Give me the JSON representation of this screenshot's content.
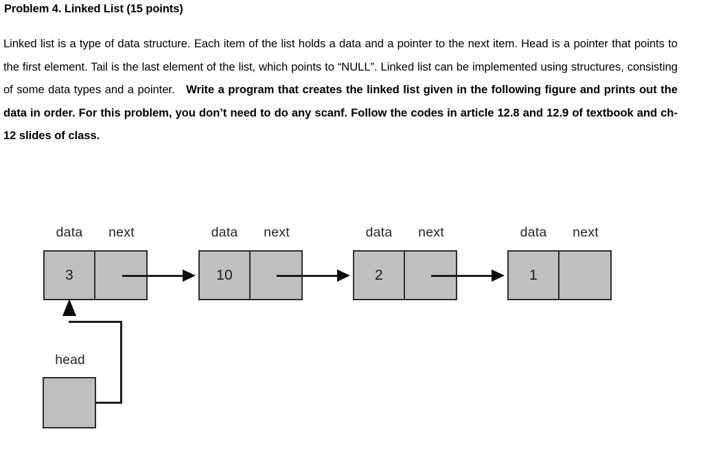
{
  "problem": {
    "title": "Problem 4. Linked List (15 points)",
    "body_plain": "Linked list is a type of data structure. Each item of the list holds a data and a pointer to the next item. Head is a pointer that points to the first element. Tail is the last element of the list, which points to “NULL”. Linked list can be implemented using structures, consisting of some data types and a pointer.",
    "body_bold": "Write a program that creates the linked list given in the following figure and prints out the data in order. For this problem, you don’t need to do any scanf. Follow the codes in article 12.8 and 12.9 of textbook and ch-12 slides of class."
  },
  "diagram": {
    "type": "singly-linked-list",
    "cell_labels": {
      "data": "data",
      "next": "next"
    },
    "head": {
      "label": "head",
      "value": "",
      "points_to_node_index": 0
    },
    "nodes": [
      {
        "data": "3",
        "next": "",
        "has_outgoing_arrow": true
      },
      {
        "data": "10",
        "next": "",
        "has_outgoing_arrow": true
      },
      {
        "data": "2",
        "next": "",
        "has_outgoing_arrow": true
      },
      {
        "data": "1",
        "next": "",
        "has_outgoing_arrow": false
      }
    ],
    "colors": {
      "node_fill": "#bfbfbf",
      "node_border": "#2b2b2b",
      "arrow": "#0d0d0d",
      "text": "#1a1a1a"
    }
  }
}
